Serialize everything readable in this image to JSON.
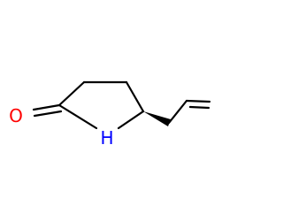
{
  "molecule": {
    "atoms": {
      "oxygen": {
        "symbol": "O",
        "color": "#ff0000"
      },
      "nitrogen": {
        "symbol": "H",
        "color": "#0000ff"
      }
    },
    "stereo": {
      "type": "wedge"
    }
  },
  "colors": {
    "bond": "#000000",
    "oxygen": "#ff0000",
    "nitrogen": "#0000ff",
    "background": "#ffffff"
  }
}
